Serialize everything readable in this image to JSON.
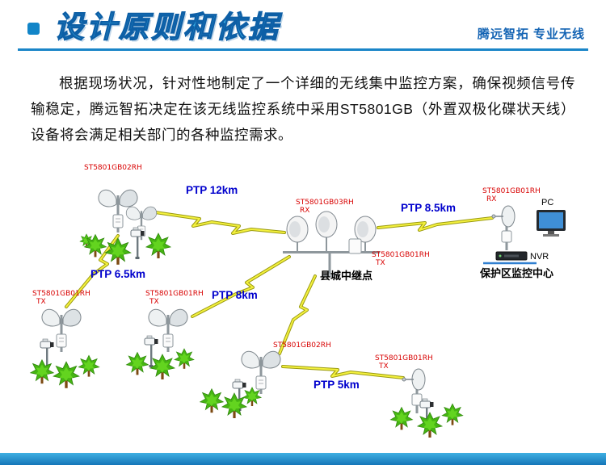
{
  "header": {
    "title": "设计原则和依据",
    "tagline": "腾远智拓 专业无线"
  },
  "paragraph": {
    "text": "根据现场状况，针对性地制定了一个详细的无线集中监控方案，确保视频信号传输稳定，腾远智拓决定在该无线监控系统中采用ST5801GB（外置双极化碟状天线）设备将会满足相关部门的各种监控需求。"
  },
  "colors": {
    "title_blue": "#36ace4",
    "rule_blue": "#1a85c8",
    "tagline_blue": "#1464b4",
    "bottom_bar_blue": "#2596cf",
    "node_label": "#d80000",
    "link_label": "#0000cd",
    "bolt_yellow": "#f4f13e"
  },
  "diagram": {
    "nodes": {
      "topleft": {
        "model": "ST5801GB02RH"
      },
      "center_rx": {
        "model": "ST5801GB03RH",
        "role": "RX"
      },
      "center_tx": {
        "model": "ST5801GB01RH",
        "role": "TX"
      },
      "right_rx": {
        "model": "ST5801GB01RH",
        "role": "RX"
      },
      "left1": {
        "model": "ST5801GB01RH",
        "role": "TX"
      },
      "left2": {
        "model": "ST5801GB01RH",
        "role": "TX"
      },
      "bottom_center": {
        "model": "ST5801GB02RH"
      },
      "bottom_right": {
        "model": "ST5801GB01RH",
        "role": "TX"
      }
    },
    "links": {
      "l12": "PTP 12km",
      "l85": "PTP 8.5km",
      "l65": "PTP 6.5km",
      "l8": "PTP 8km",
      "l5": "PTP 5km"
    },
    "captions": {
      "relay": "县城中继点",
      "center": "保护区监控中心",
      "pc": "PC",
      "nvr": "NVR"
    }
  }
}
